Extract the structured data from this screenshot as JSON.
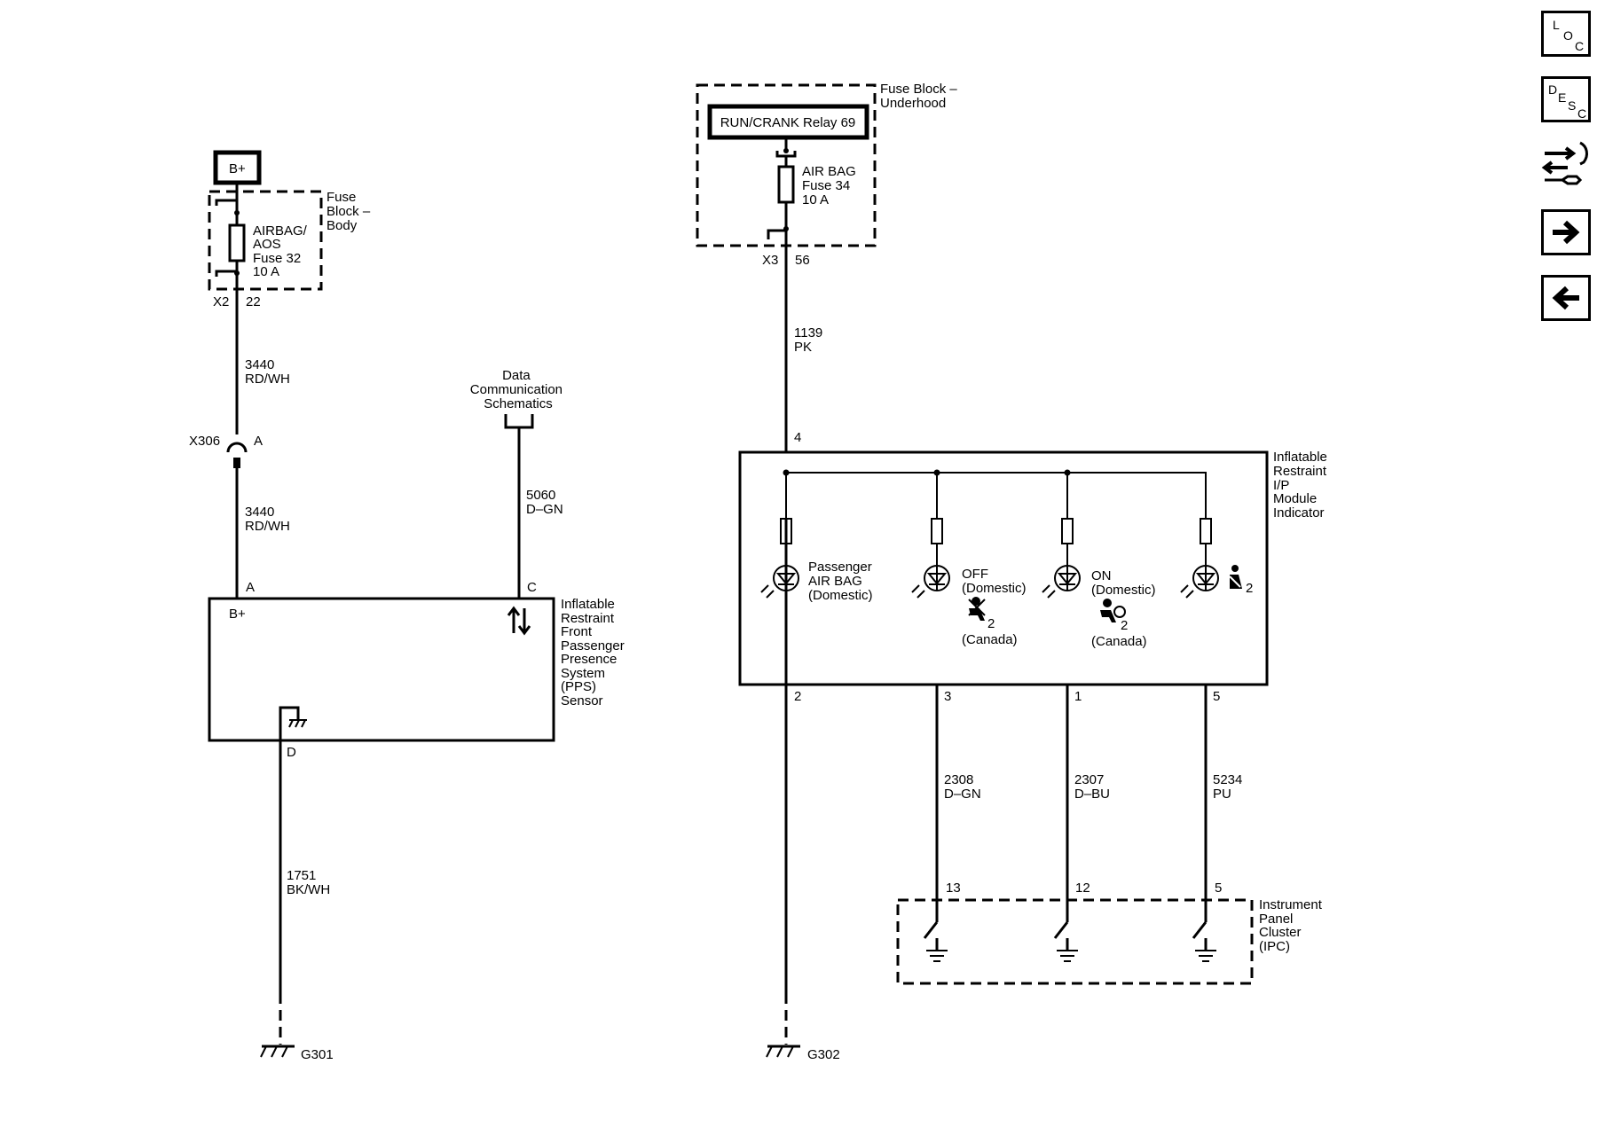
{
  "nav": {
    "loc": [
      "L",
      "O",
      "C"
    ],
    "desc": [
      "D",
      "E",
      "S",
      "C"
    ],
    "tool_icon": "wrench-arrows-icon",
    "next_icon": "arrow-right-icon",
    "prev_icon": "arrow-left-icon"
  },
  "left": {
    "bplus": "B+",
    "fuse_block_body": [
      "Fuse",
      "Block –",
      "Body"
    ],
    "fuse32": [
      "AIRBAG/",
      "AOS",
      "Fuse 32",
      "10 A"
    ],
    "conn_top": [
      "X2",
      "22"
    ],
    "wire_a": [
      "3440",
      "RD/WH"
    ],
    "x306": [
      "X306",
      "A"
    ],
    "wire_b": [
      "3440",
      "RD/WH"
    ],
    "pin_a": "A",
    "data_comm": [
      "Data",
      "Communication",
      "Schematics"
    ],
    "wire_c": [
      "5060",
      "D–GN"
    ],
    "pin_c": "C",
    "module_bplus": "B+",
    "module_label": [
      "Inflatable",
      "Restraint",
      "Front",
      "Passenger",
      "Presence",
      "System",
      "(PPS)",
      "Sensor"
    ],
    "pin_d": "D",
    "wire_d": [
      "1751",
      "BK/WH"
    ],
    "ground": "G301"
  },
  "right": {
    "fuse_block_underhood": [
      "Fuse Block –",
      "Underhood"
    ],
    "relay": "RUN/CRANK Relay 69",
    "fuse34": [
      "AIR BAG",
      "Fuse 34",
      "10 A"
    ],
    "conn_top": [
      "X3",
      "56"
    ],
    "wire_top": [
      "1139",
      "PK"
    ],
    "pin_in": "4",
    "module_label": [
      "Inflatable",
      "Restraint",
      "I/P",
      "Module",
      "Indicator"
    ],
    "lamp1": [
      "Passenger",
      "AIR BAG",
      "(Domestic)"
    ],
    "lamp2": [
      "OFF",
      "(Domestic)",
      "2",
      "(Canada)"
    ],
    "lamp3": [
      "ON",
      "(Domestic)",
      "2",
      "(Canada)"
    ],
    "lamp4": [
      "2"
    ],
    "pins_out": [
      "2",
      "3",
      "1",
      "5"
    ],
    "wires": [
      [
        "2308",
        "D–GN"
      ],
      [
        "2307",
        "D–BU"
      ],
      [
        "5234",
        "PU"
      ]
    ],
    "ipc_pins": [
      "13",
      "12",
      "5"
    ],
    "ipc_label": [
      "Instrument",
      "Panel",
      "Cluster",
      "(IPC)"
    ],
    "ground": "G302"
  }
}
